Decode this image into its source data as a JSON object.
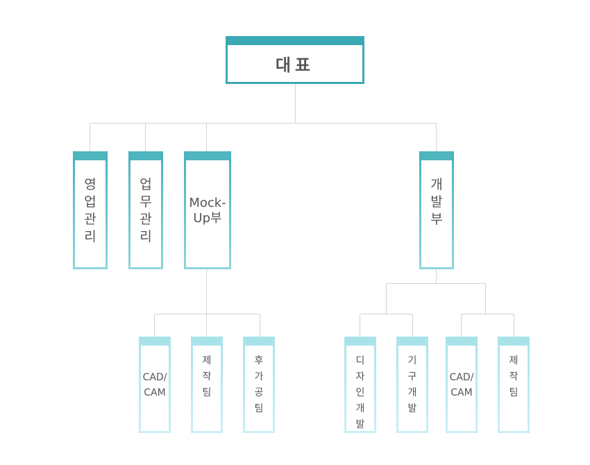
{
  "org": {
    "ceo": "대표",
    "departments": [
      {
        "key": "sales",
        "label": "영\n업\n관\n리"
      },
      {
        "key": "biz",
        "label": "업\n무\n관\n리"
      },
      {
        "key": "mock",
        "label": "Mock-\nUp부",
        "teams": [
          {
            "key": "cad1",
            "label": "CAD/\nCAM"
          },
          {
            "key": "prod1",
            "label": "제\n작\n팀"
          },
          {
            "key": "post",
            "label": "후\n가\n공\n팀"
          }
        ]
      },
      {
        "key": "dev",
        "label": "개\n발\n부",
        "teams": [
          {
            "key": "design",
            "label": "디\n자\n인\n개\n발"
          },
          {
            "key": "mech",
            "label": "기\n구\n개\n발"
          },
          {
            "key": "cad2",
            "label": "CAD/\nCAM"
          },
          {
            "key": "prod2",
            "label": "제\n작\n팀"
          }
        ]
      }
    ]
  },
  "colors": {
    "accent": "#3aa9b4",
    "mid": "#4fb5bf",
    "light": "#a9e3ea",
    "line": "#d0d0d0",
    "text": "#555555"
  }
}
